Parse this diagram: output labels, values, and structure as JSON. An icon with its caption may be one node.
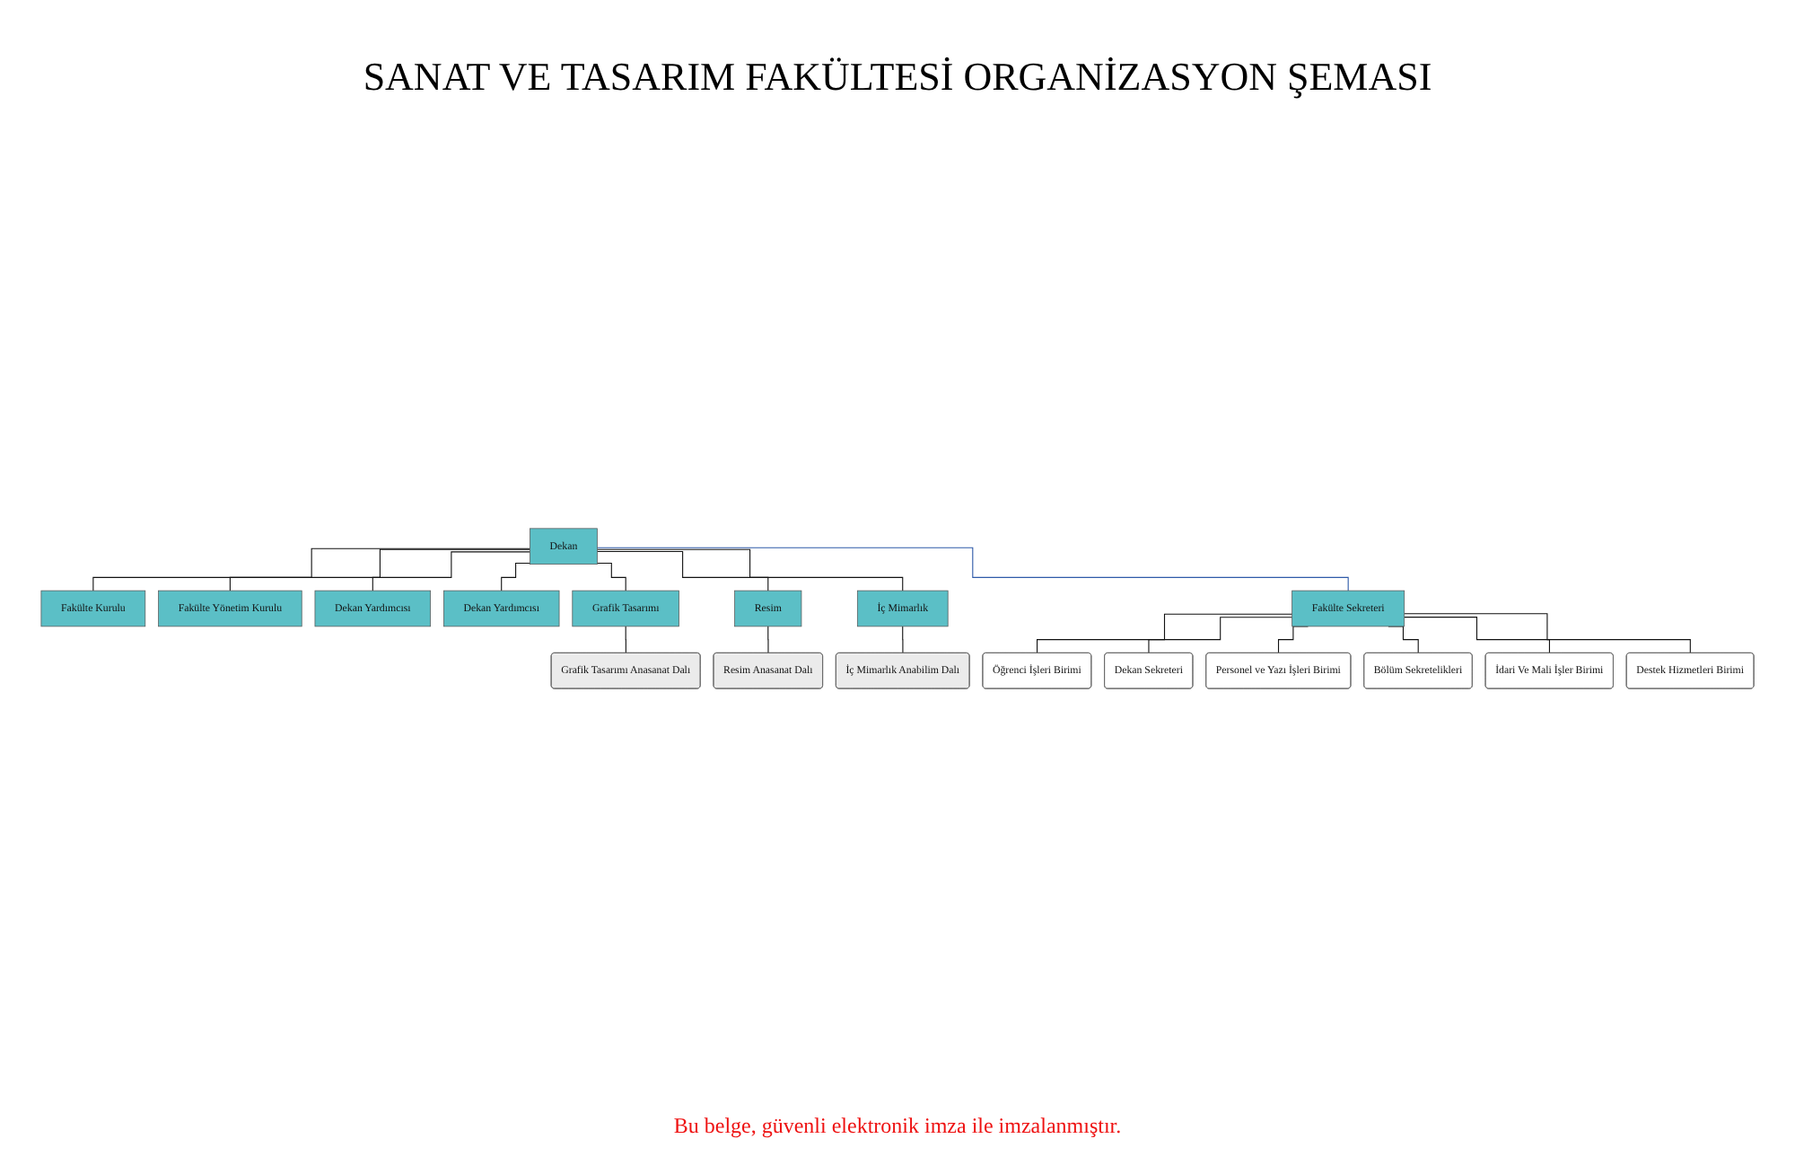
{
  "diagram": {
    "title": "SANAT VE TASARIM FAKÜLTESİ ORGANİZASYON ŞEMASI",
    "nodes": [
      {
        "text": [
          "Dekan"
        ]
      },
      {
        "text": [
          "Fakülte Kurulu"
        ]
      },
      {
        "text": [
          "Fakülte Yönetim Kurulu"
        ]
      },
      {
        "text": [
          "Dekan Yardımcısı"
        ]
      },
      {
        "text": [
          "Dekan Yardımcısı"
        ]
      },
      {
        "text": [
          "Grafik Tasarımı"
        ]
      },
      {
        "text": [
          "Resim"
        ]
      },
      {
        "text": [
          "İç Mimarlık"
        ]
      },
      {
        "text": [
          "Fakülte Sekreteri"
        ]
      },
      {
        "text": [
          "Grafik Tasarımı Anasanat Dalı"
        ]
      },
      {
        "text": [
          "Resim Anasanat Dalı"
        ]
      },
      {
        "text": [
          "İç Mimarlık Anabilim Dalı"
        ]
      },
      {
        "text": [
          "Öğrenci İşleri Birimi"
        ]
      },
      {
        "text": [
          "Dekan Sekreteri"
        ]
      },
      {
        "text": [
          "Personel ve Yazı İşleri Birimi"
        ]
      },
      {
        "text": [
          "Bölüm Sekretelikleri"
        ]
      },
      {
        "text": [
          "İdari Ve Mali İşler Birimi"
        ]
      },
      {
        "text": [
          "Destek Hizmetleri Birimi"
        ]
      }
    ],
    "edges": [
      {
        "from": 0,
        "to": 1,
        "arrow": "none"
      },
      {
        "from": 0,
        "to": 2,
        "arrow": "none"
      },
      {
        "from": 0,
        "to": 3,
        "arrow": "none"
      },
      {
        "from": 0,
        "to": 4,
        "arrow": "none"
      },
      {
        "from": 0,
        "to": 5,
        "arrow": "none"
      },
      {
        "from": 0,
        "to": 6,
        "arrow": "none"
      },
      {
        "from": 0,
        "to": 7,
        "arrow": "none"
      },
      {
        "from": 0,
        "to": 8,
        "arrow": "none",
        "color": "#2e5aa8"
      },
      {
        "from": 5,
        "to": 9,
        "arrow": "none"
      },
      {
        "from": 6,
        "to": 10,
        "arrow": "none"
      },
      {
        "from": 7,
        "to": 11,
        "arrow": "none"
      },
      {
        "from": 8,
        "to": 12,
        "arrow": "none"
      },
      {
        "from": 8,
        "to": 13,
        "arrow": "none"
      },
      {
        "from": 8,
        "to": 14,
        "arrow": "none"
      },
      {
        "from": 8,
        "to": 15,
        "arrow": "none"
      },
      {
        "from": 8,
        "to": 16,
        "arrow": "none"
      },
      {
        "from": 8,
        "to": 17,
        "arrow": "none"
      }
    ],
    "labels": [
      "Bu belge, güvenli elektronik imza ile imzalanmıştır."
    ]
  }
}
